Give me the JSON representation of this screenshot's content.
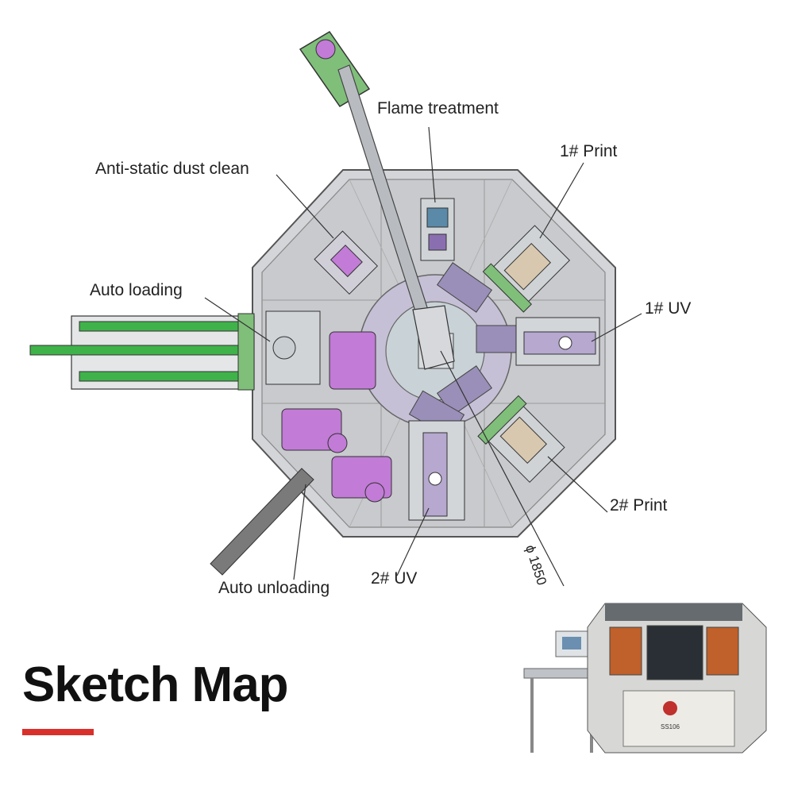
{
  "labels": {
    "flame_treatment": "Flame treatment",
    "anti_static": "Anti-static dust clean",
    "print_1": "1# Print",
    "auto_loading": "Auto loading",
    "uv_1": "1# UV",
    "print_2": "2# Print",
    "uv_2": "2# UV",
    "auto_unloading": "Auto unloading"
  },
  "dimension": "ϕ 1850",
  "title": "Sketch Map",
  "photo_badge": "SS106",
  "colors": {
    "accent_bar": "#d9302c",
    "frame_gray": "#c9cbcf",
    "module_purple": "#c27bd6",
    "conveyor_green": "#3fb24a",
    "hopper_green": "#7fbf7a"
  }
}
